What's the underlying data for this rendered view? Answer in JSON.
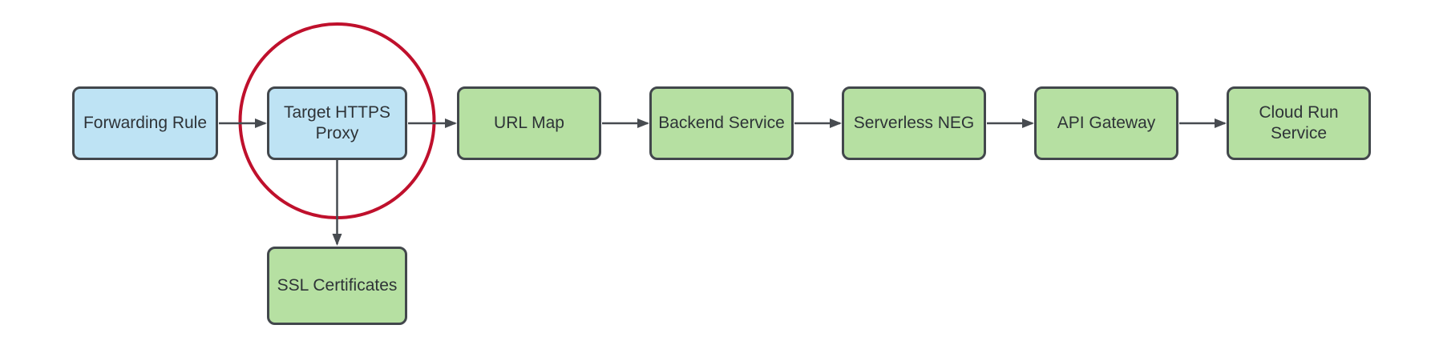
{
  "diagram": {
    "description": "Flow diagram of HTTPS load balancing to Cloud Run via API Gateway, with Target HTTPS Proxy circled in red",
    "colors": {
      "background": "#ffffff",
      "blue_fill": "#bee3f4",
      "green_fill": "#b6e0a2",
      "node_border": "#42474c",
      "arrow": "#474b50",
      "text": "#2e3337",
      "highlight_circle": "#bf102c"
    },
    "nodes": [
      {
        "id": "forwarding-rule",
        "label": "Forwarding Rule",
        "fill": "blue",
        "highlighted": false
      },
      {
        "id": "target-https-proxy",
        "label": "Target HTTPS Proxy",
        "fill": "blue",
        "highlighted": true
      },
      {
        "id": "url-map",
        "label": "URL Map",
        "fill": "green",
        "highlighted": false
      },
      {
        "id": "backend-service",
        "label": "Backend Service",
        "fill": "green",
        "highlighted": false
      },
      {
        "id": "serverless-neg",
        "label": "Serverless NEG",
        "fill": "green",
        "highlighted": false
      },
      {
        "id": "api-gateway",
        "label": "API Gateway",
        "fill": "green",
        "highlighted": false
      },
      {
        "id": "cloud-run-service",
        "label": "Cloud Run Service",
        "fill": "green",
        "highlighted": false
      },
      {
        "id": "ssl-certificates",
        "label": "SSL Certificates",
        "fill": "green",
        "highlighted": false
      }
    ],
    "edges": [
      {
        "from": "forwarding-rule",
        "to": "target-https-proxy",
        "direction": "right"
      },
      {
        "from": "target-https-proxy",
        "to": "url-map",
        "direction": "right"
      },
      {
        "from": "url-map",
        "to": "backend-service",
        "direction": "right"
      },
      {
        "from": "backend-service",
        "to": "serverless-neg",
        "direction": "right"
      },
      {
        "from": "serverless-neg",
        "to": "api-gateway",
        "direction": "right"
      },
      {
        "from": "api-gateway",
        "to": "cloud-run-service",
        "direction": "right"
      },
      {
        "from": "target-https-proxy",
        "to": "ssl-certificates",
        "direction": "down"
      }
    ]
  }
}
